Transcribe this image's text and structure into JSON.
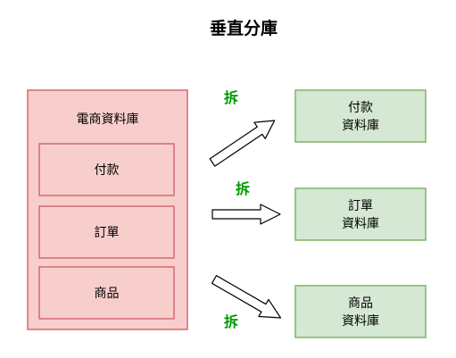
{
  "title": "垂直分庫",
  "source": {
    "label": "電商資料庫",
    "modules": [
      "付款",
      "訂單",
      "商品"
    ]
  },
  "split_label": "拆",
  "targets": [
    {
      "line1": "付款",
      "line2": "資料庫"
    },
    {
      "line1": "訂單",
      "line2": "資料庫"
    },
    {
      "line1": "商品",
      "line2": "資料庫"
    }
  ],
  "colors": {
    "source_fill": "#f8cecc",
    "source_stroke": "#d46a73",
    "target_fill": "#d5e8d4",
    "target_stroke": "#82b366",
    "split_text": "#009900",
    "arrow_fill": "#ffffff",
    "arrow_stroke": "#000000"
  }
}
